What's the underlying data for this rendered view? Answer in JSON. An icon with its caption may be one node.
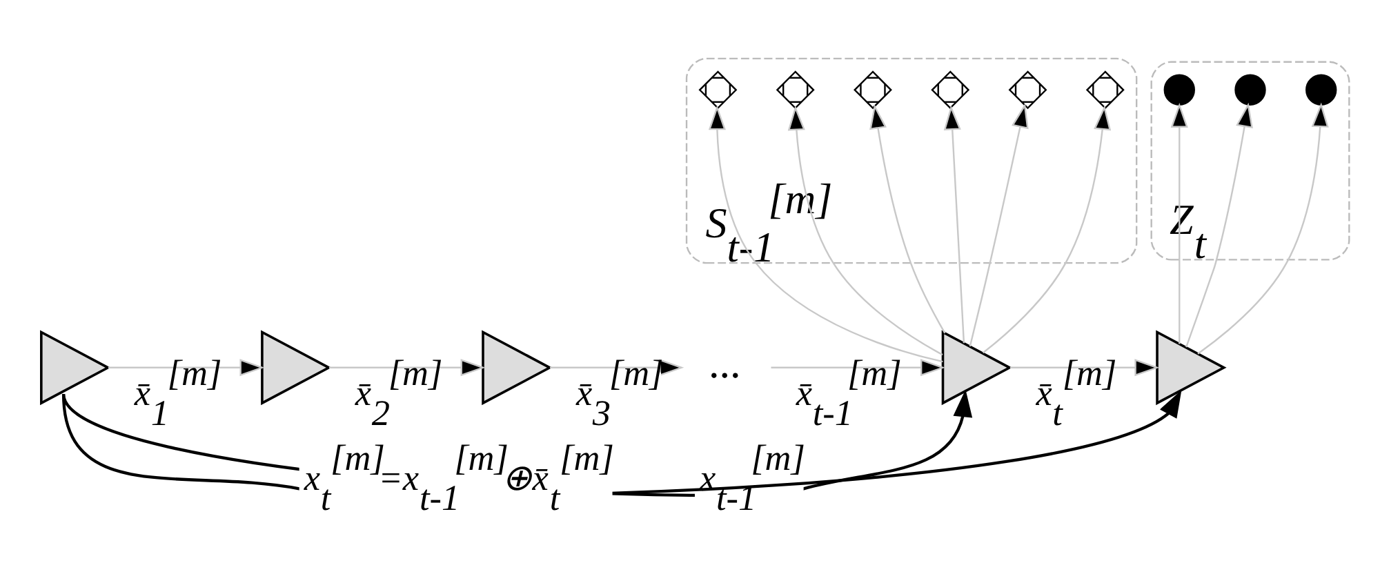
{
  "diagram": {
    "nodes": [
      {
        "text": [
          "S$_{t-1}$$^{[m]}$"
        ]
      },
      {
        "text": [],
        "shape": "cross",
        "in": 0
      },
      {
        "text": [],
        "shape": "cross",
        "in": 0
      },
      {
        "text": [],
        "shape": "cross",
        "in": 0
      },
      {
        "text": [],
        "shape": "cross",
        "in": 0
      },
      {
        "text": [],
        "shape": "cross",
        "in": 0
      },
      {
        "text": [],
        "shape": "cross",
        "in": 0
      },
      {
        "text": [
          "Z$_{t}$"
        ]
      },
      {
        "text": [],
        "shape": "circle",
        "in": 7
      },
      {
        "text": [],
        "shape": "circle",
        "in": 7
      },
      {
        "text": [],
        "shape": "circle",
        "in": 7
      },
      {
        "text": [],
        "shape": "triangle"
      },
      {
        "text": [],
        "shape": "triangle"
      },
      {
        "text": [],
        "shape": "triangle"
      },
      {
        "text": [
          "..."
        ]
      },
      {
        "text": [],
        "shape": "triangle"
      },
      {
        "text": [],
        "shape": "triangle"
      }
    ],
    "edges": [
      {
        "from": 11,
        "to": 12,
        "arrow": "to",
        "label": "x̄$_{1}$$^{[m]}$"
      },
      {
        "from": 12,
        "to": 13,
        "arrow": "to",
        "label": "x̄$_{2}$$^{[m]}$"
      },
      {
        "from": 13,
        "to": 14,
        "arrow": "to",
        "label": "x̄$_{3}$$^{[m]}$"
      },
      {
        "from": 14,
        "to": 15,
        "arrow": "to",
        "label": "x̄$_{t-1}$$^{[m]}$"
      },
      {
        "from": 15,
        "to": 16,
        "arrow": "to",
        "label": "x̄$_{t}$$^{[m]}$"
      },
      {
        "from": 11,
        "to": 15,
        "arrow": "to",
        "label": "x$_{t-1}$$^{[m]}$",
        "color": "#000000"
      },
      {
        "from": 11,
        "to": 16,
        "arrow": "to",
        "label": "x$_{t}$$^{[m]}$=x$_{t-1}$$^{[m]}$⊕x̄$_{t}$$^{[m]}$",
        "color": "#000000"
      },
      {
        "from": 15,
        "to": 1,
        "arrow": "to"
      },
      {
        "from": 15,
        "to": 2,
        "arrow": "to"
      },
      {
        "from": 15,
        "to": 3,
        "arrow": "to"
      },
      {
        "from": 15,
        "to": 4,
        "arrow": "to"
      },
      {
        "from": 15,
        "to": 5,
        "arrow": "to"
      },
      {
        "from": 15,
        "to": 6,
        "arrow": "to"
      },
      {
        "from": 16,
        "to": 8,
        "arrow": "to"
      },
      {
        "from": 16,
        "to": 9,
        "arrow": "to"
      },
      {
        "from": 16,
        "to": 10,
        "arrow": "to"
      }
    ]
  }
}
